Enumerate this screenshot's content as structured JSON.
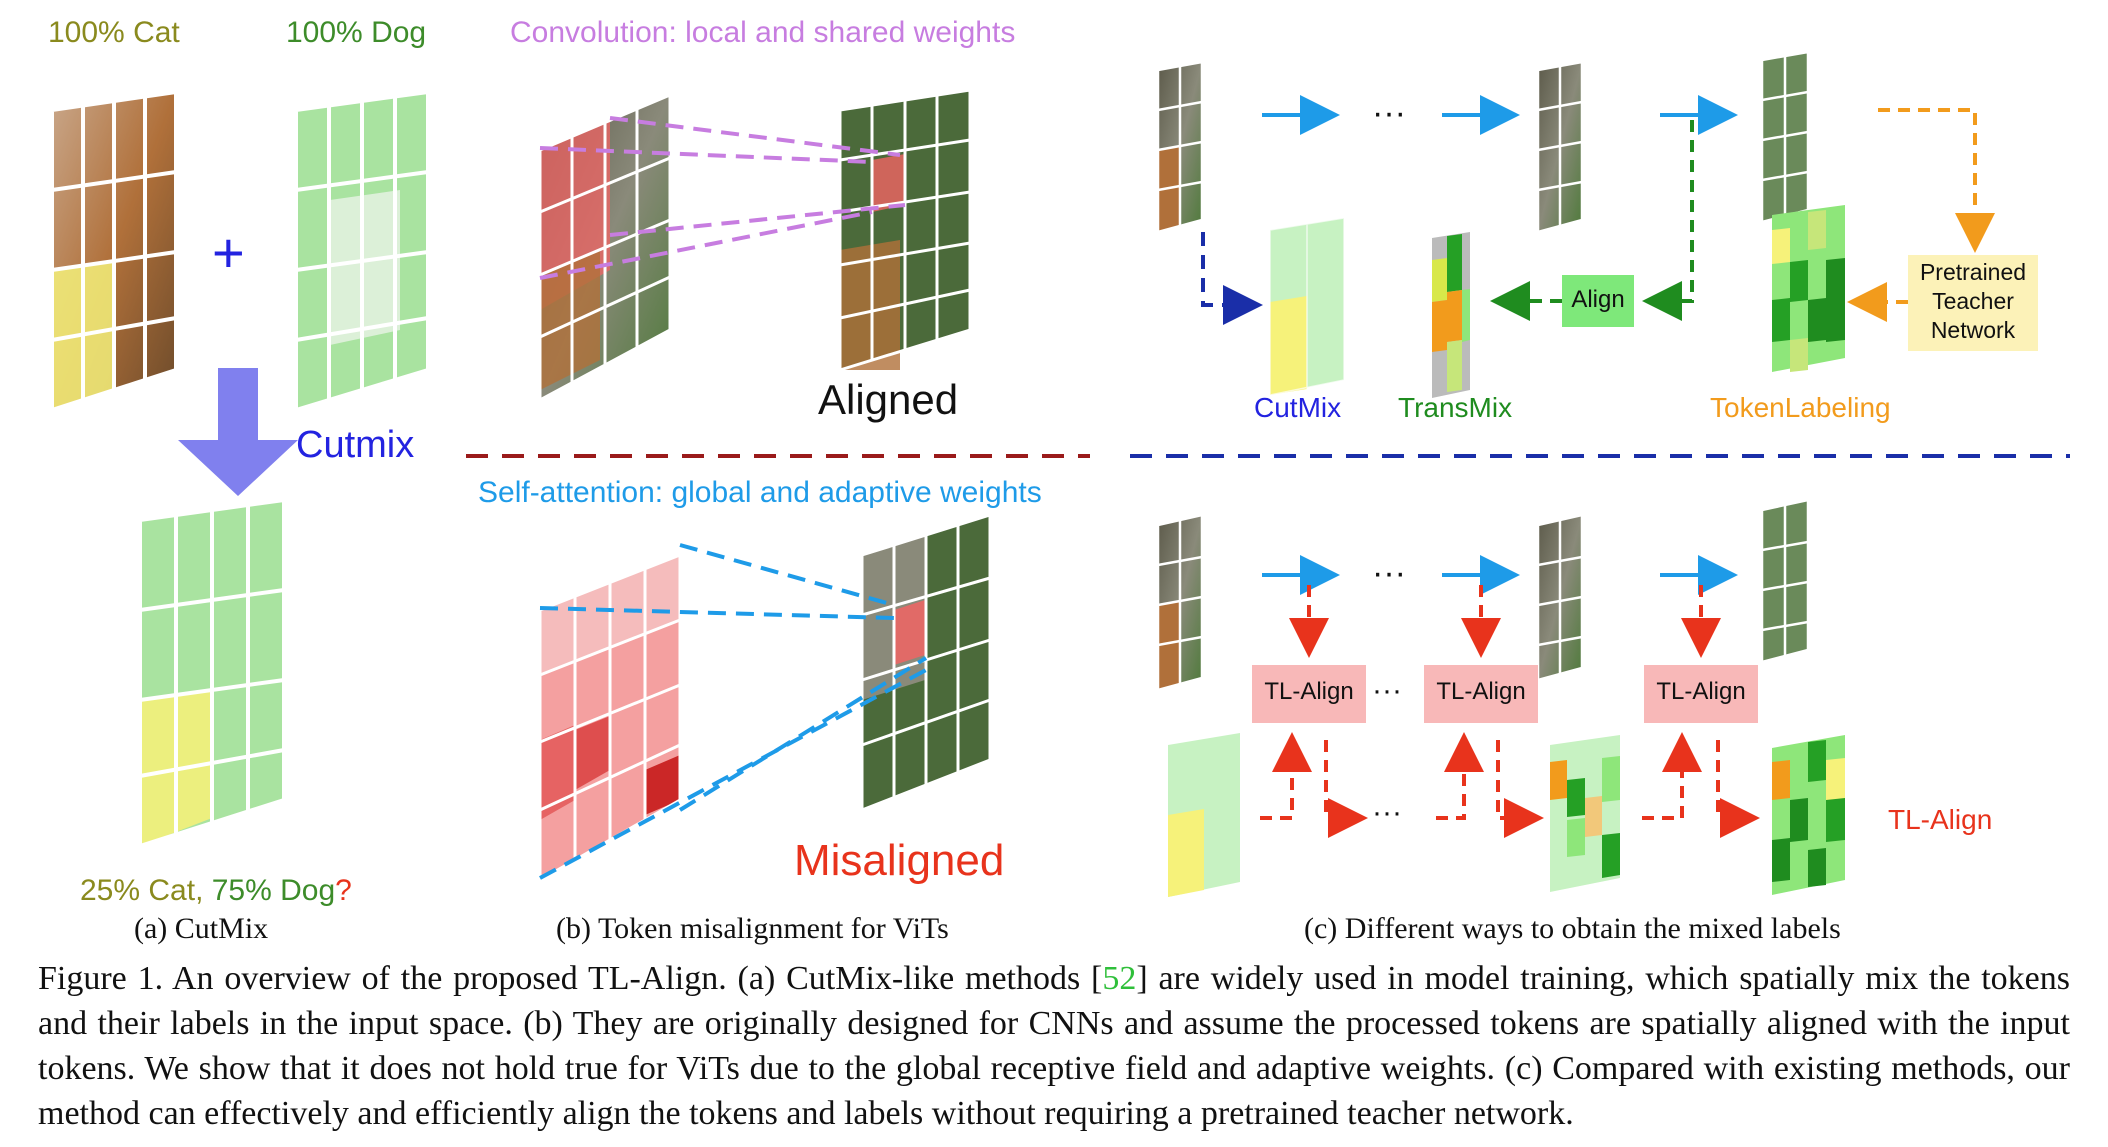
{
  "panel_a": {
    "cat_label": "100% Cat",
    "dog_label": "100% Dog",
    "plus": "+",
    "op_label": "Cutmix",
    "result_cat": "25% Cat, ",
    "result_dog": "75% Dog",
    "result_q": "?",
    "sublabel": "(a) CutMix"
  },
  "panel_b": {
    "conv_title": "Convolution: local and shared weights",
    "aligned": "Aligned",
    "attn_title": "Self-attention: global and adaptive weights",
    "misaligned": "Misaligned",
    "sublabel": "(b) Token misalignment for ViTs"
  },
  "panel_c": {
    "ellipsis": "···",
    "align_box": "Align",
    "teacher_box_l1": "Pretrained",
    "teacher_box_l2": "Teacher",
    "teacher_box_l3": "Network",
    "cutmix": "CutMix",
    "transmix": "TransMix",
    "tokenlabeling": "TokenLabeling",
    "tlalign_box": "TL-Align",
    "tlalign_label": "TL-Align",
    "sublabel": "(c) Different ways to obtain the mixed labels"
  },
  "caption": {
    "prefix": "Figure 1.  An overview of the proposed TL-Align. (a) CutMix-like methods [",
    "ref": "52",
    "suffix": "] are widely used in model training, which spatially mix the tokens and their labels in the input space. (b) They are originally designed for CNNs and assume the processed tokens are spatially aligned with the input tokens. We show that it does not hold true for ViTs due to the global receptive field and adaptive weights. (c) Compared with existing methods, our method can effectively and efficiently align the tokens and labels without requiring a pretrained teacher network."
  },
  "colors": {
    "olive": "#8a8a1e",
    "green": "#3d8c2a",
    "violet": "#c77de0",
    "blue": "#1e9be8",
    "dark_blue": "#1a2ea8",
    "red": "#e8331c",
    "orange": "#f29b1c",
    "dark_red": "#9a1a1a",
    "cutmix_blue": "#2323e0"
  }
}
